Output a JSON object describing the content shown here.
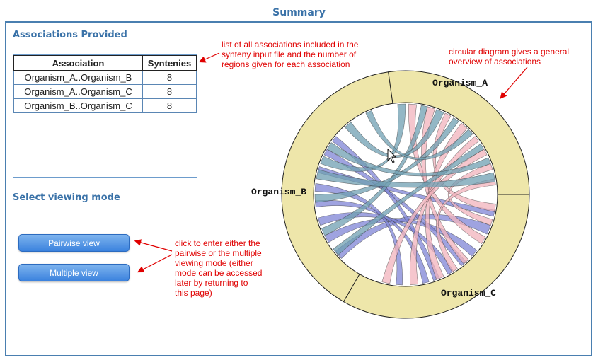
{
  "header": {
    "title": "Summary"
  },
  "associations": {
    "title": "Associations Provided",
    "columns": [
      "Association",
      "Syntenies"
    ],
    "rows": [
      {
        "association": "Organism_A..Organism_B",
        "syntenies": "8"
      },
      {
        "association": "Organism_A..Organism_C",
        "syntenies": "8"
      },
      {
        "association": "Organism_B..Organism_C",
        "syntenies": "8"
      }
    ]
  },
  "viewing_mode": {
    "title": "Select viewing mode",
    "pairwise_label": "Pairwise view",
    "multiple_label": "Multiple view"
  },
  "annotations": {
    "table_note": [
      "list of all associations included in the",
      "synteny input file and the number of",
      "regions given for each association"
    ],
    "diagram_note": [
      "circular diagram gives a general",
      "overview of associations"
    ],
    "buttons_note": [
      "click to enter either the",
      "pairwise or the multiple",
      "viewing mode (either",
      "mode can be accessed",
      "later by returning to",
      "this page)"
    ]
  },
  "diagram": {
    "labels": {
      "a": "Organism_A",
      "b": "Organism_B",
      "c": "Organism_C"
    },
    "colors": {
      "ring": "#eee6aa",
      "ribbon_ab": "#6f9fb2",
      "ribbon_ac": "#f2b3bc",
      "ribbon_bc": "#7f84d6",
      "annotation": "#e00000",
      "accent": "#3a72a8"
    }
  }
}
